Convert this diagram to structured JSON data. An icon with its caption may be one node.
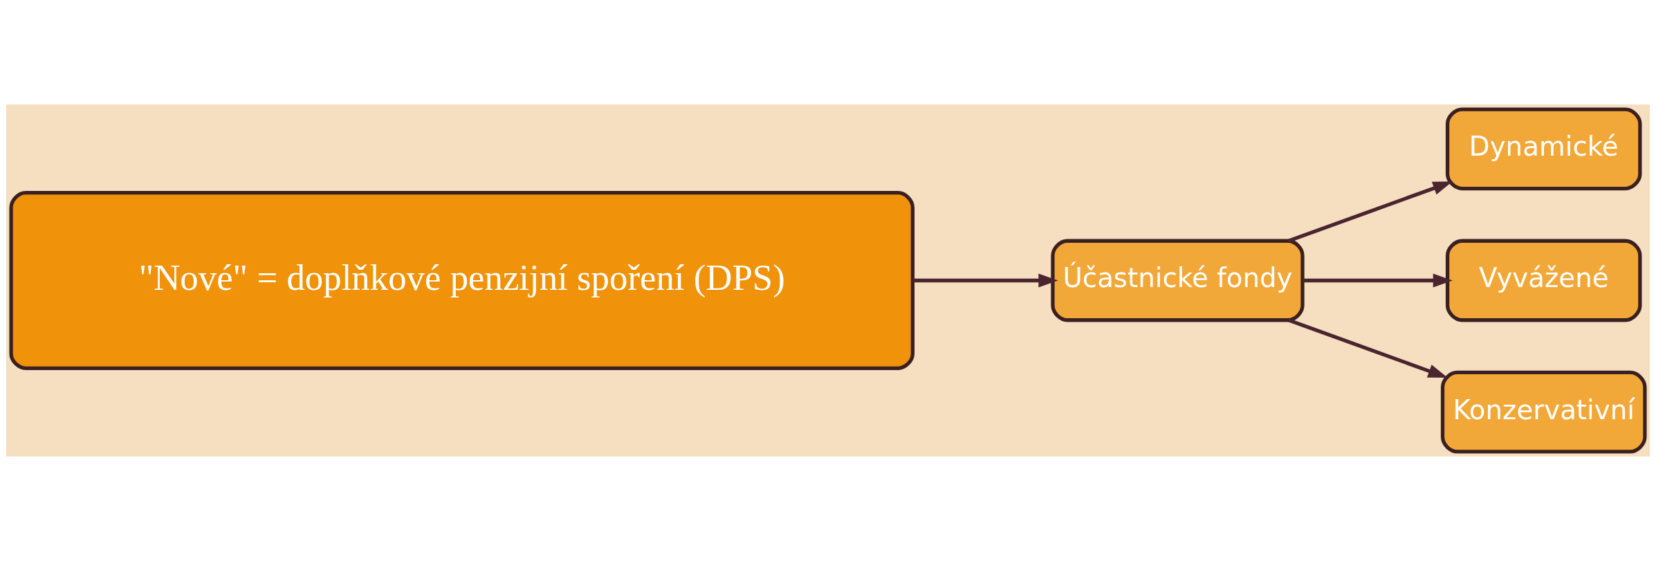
{
  "diagram": {
    "nodes": [
      {
        "text": [
          "\"Nové\" = doplňkové penzijní spoření (DPS)"
        ]
      },
      {
        "text": [
          "Účastnické fondy"
        ]
      },
      {
        "text": [
          "Dynamické"
        ]
      },
      {
        "text": [
          "Vyvážené"
        ]
      },
      {
        "text": [
          "Konzervativní"
        ]
      }
    ],
    "edges": [
      {
        "from": 0,
        "to": 1,
        "arrow": "to"
      },
      {
        "from": 1,
        "to": 2,
        "arrow": "to"
      },
      {
        "from": 1,
        "to": 3,
        "arrow": "to"
      },
      {
        "from": 1,
        "to": 4,
        "arrow": "to"
      }
    ]
  }
}
